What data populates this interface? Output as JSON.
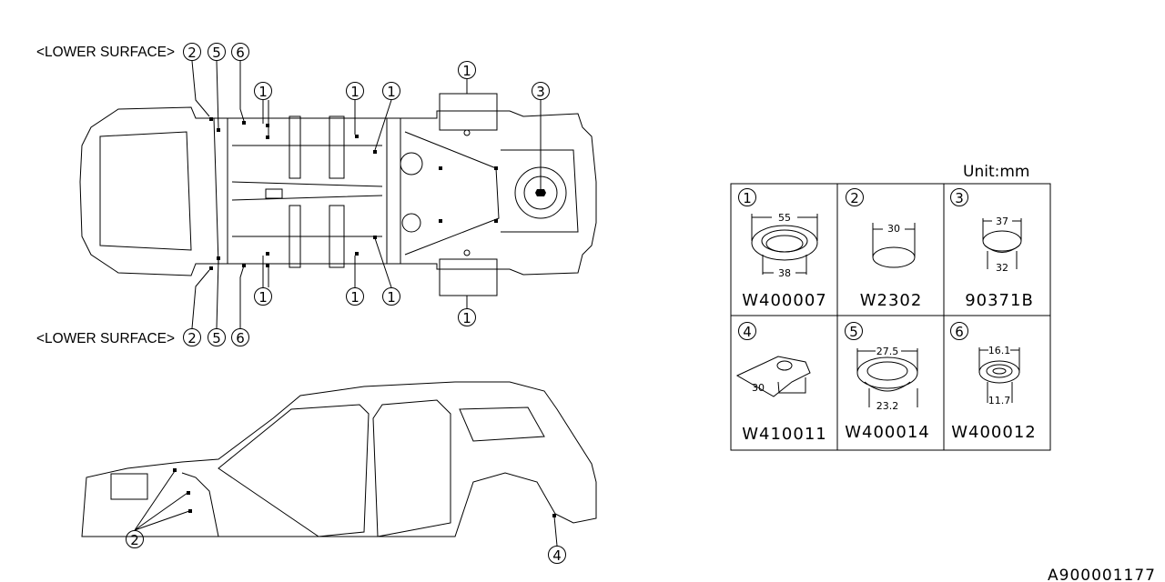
{
  "labels": {
    "lower_surface_top": "<LOWER SURFACE>",
    "lower_surface_bottom": "<LOWER SURFACE>",
    "unit": "Unit:mm",
    "diagram_id": "A900001177"
  },
  "callouts": {
    "c1": "1",
    "c2": "2",
    "c3": "3",
    "c4": "4",
    "c5": "5",
    "c6": "6"
  },
  "parts": [
    {
      "ref": "1",
      "part_no": "W400007",
      "dims": [
        "55",
        "38"
      ]
    },
    {
      "ref": "2",
      "part_no": "W2302",
      "dims": [
        "30"
      ]
    },
    {
      "ref": "3",
      "part_no": "90371B",
      "dims": [
        "37",
        "32"
      ]
    },
    {
      "ref": "4",
      "part_no": "W410011",
      "dims": [
        "30"
      ]
    },
    {
      "ref": "5",
      "part_no": "W400014",
      "dims": [
        "27.5",
        "23.2"
      ]
    },
    {
      "ref": "6",
      "part_no": "W400012",
      "dims": [
        "16.1",
        "11.7"
      ]
    }
  ]
}
